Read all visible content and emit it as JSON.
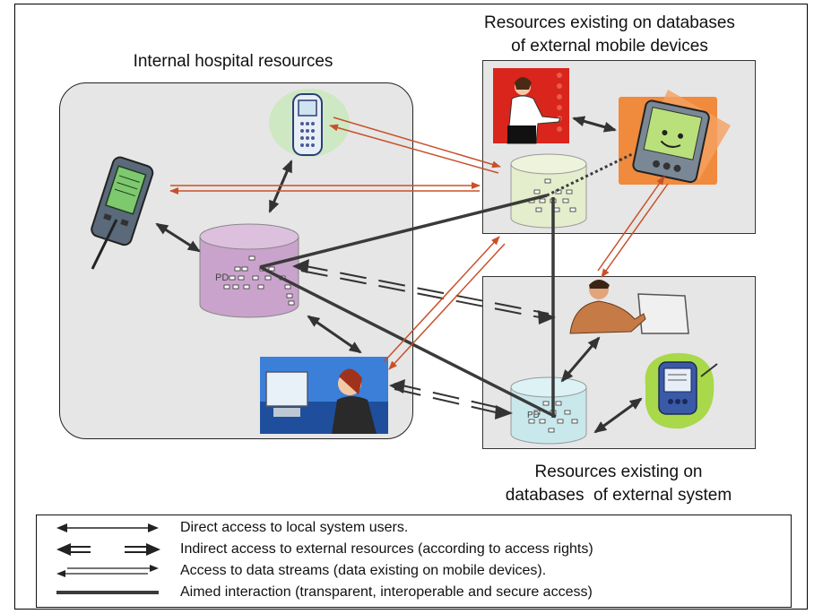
{
  "titles": {
    "internal": "Internal hospital resources",
    "mobile": "Resources existing on databases\nof external mobile devices",
    "external": "Resources existing on\ndatabases  of external system"
  },
  "db_labels": {
    "internal": "PD",
    "external": "PD"
  },
  "legend": [
    {
      "text": "Direct access to local system users.",
      "style": "thin-double-arrow"
    },
    {
      "text": "Indirect access to external resources (according to access rights)",
      "style": "dashed-double-arrow"
    },
    {
      "text": "Access to data streams (data existing on mobile devices).",
      "style": "parallel-arrows"
    },
    {
      "text": "Aimed interaction (transparent, interoperable and secure access)",
      "style": "thick-line"
    }
  ],
  "colors": {
    "region_fill": "#e6e6e6",
    "internal_db": "#c9a3cc",
    "mobile_db": "#e4edcc",
    "external_db": "#c8e8ec",
    "stream_arrow": "#c8502a",
    "aimed_line": "#3a3a3a"
  }
}
